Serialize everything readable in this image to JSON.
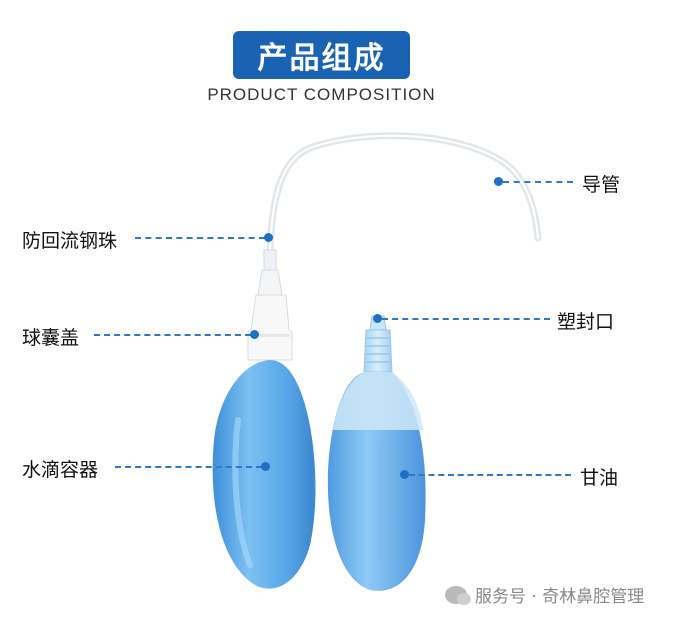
{
  "header": {
    "title": "产品组成",
    "subtitle": "PRODUCT COMPOSITION"
  },
  "labels": {
    "catheter": "导管",
    "check_ball": "防回流钢珠",
    "bulb_cap": "球囊盖",
    "sealed_tip": "塑封口",
    "water_container": "水滴容器",
    "glycerin": "甘油"
  },
  "watermark": {
    "text": "服务号 · 奇林鼻腔管理"
  },
  "colors": {
    "accent": "#1a63b3",
    "leader_line": "#2f78c4",
    "bulb_blue": "#5aa8e8"
  }
}
